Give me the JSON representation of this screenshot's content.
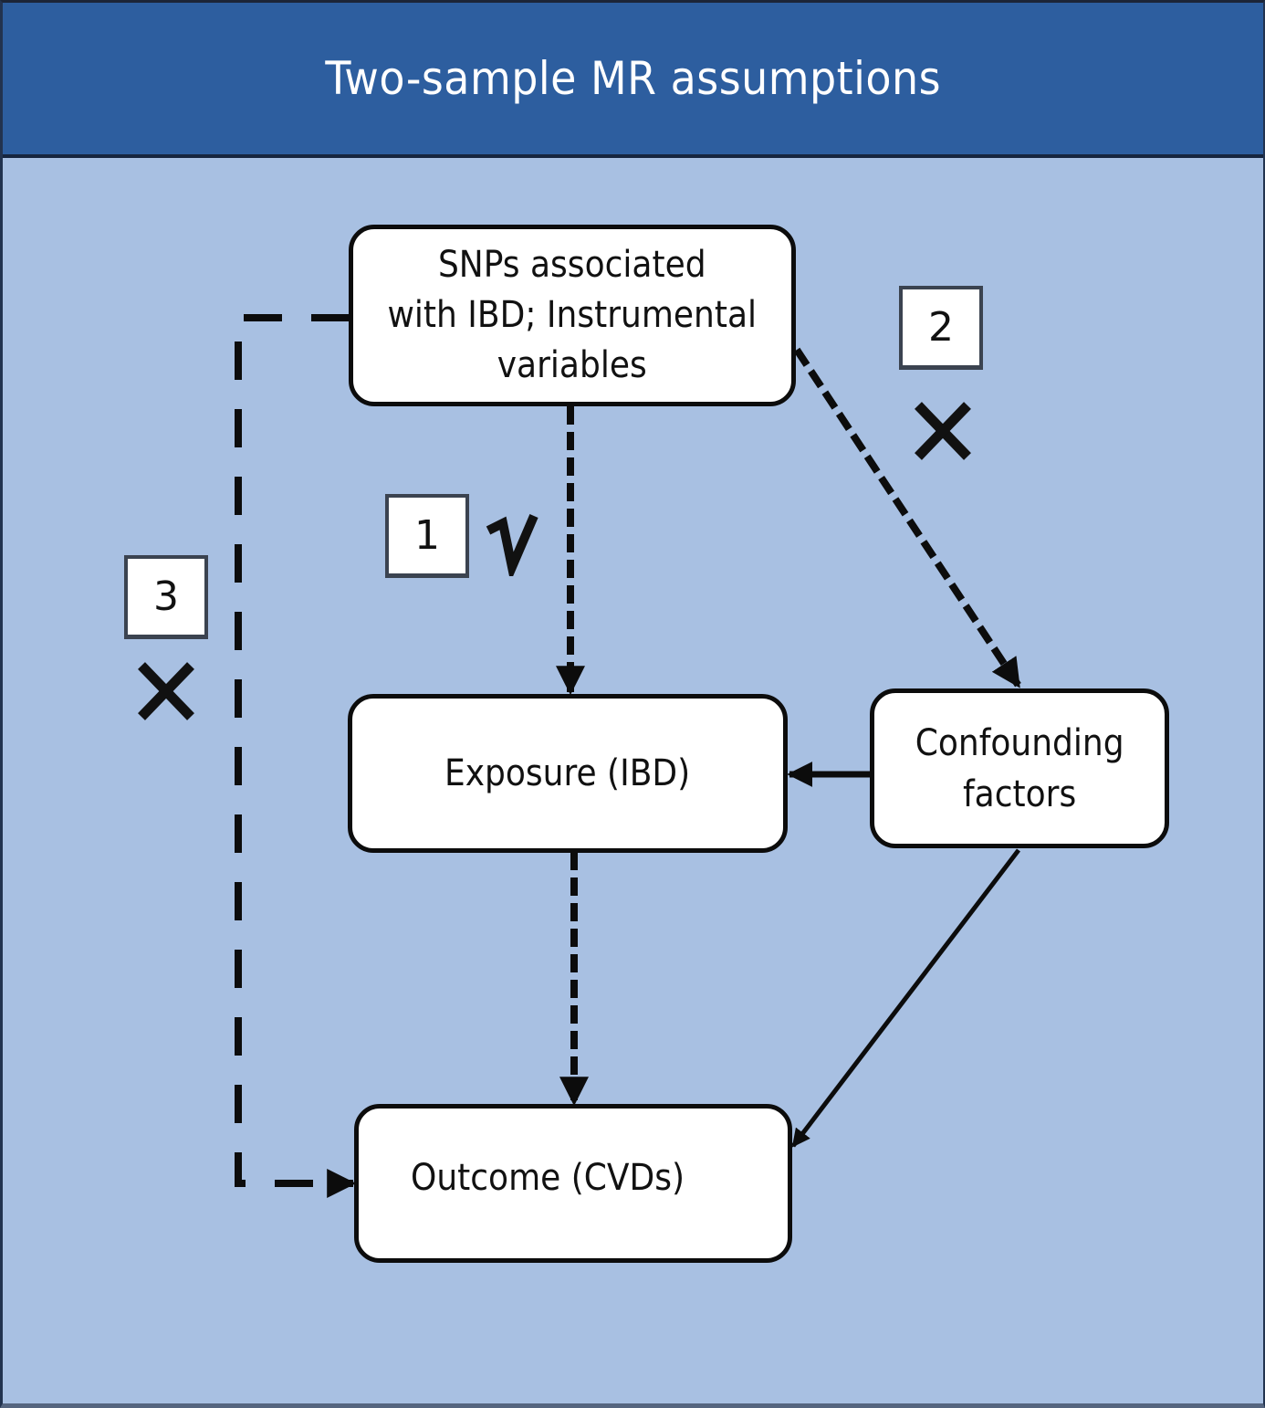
{
  "header": {
    "title": "Two-sample MR assumptions"
  },
  "colors": {
    "header_bg": "#2d5e9f",
    "panel_bg": "#a8c0e2",
    "node_bg": "#ffffff",
    "stroke": "#0c0c0c"
  },
  "nodes": {
    "snps": {
      "line1": "SNPs associated",
      "line2": "with IBD; Instrumental",
      "line3": "variables"
    },
    "exposure": {
      "label": "Exposure (IBD)"
    },
    "confounders": {
      "line1": "Confounding",
      "line2": "factors"
    },
    "outcome": {
      "label": "Outcome (CVDs)"
    }
  },
  "assumptions": [
    {
      "number": "1",
      "status": "satisfied",
      "status_icon": "check-icon",
      "symbol": "√",
      "path": "SNPs → Exposure"
    },
    {
      "number": "2",
      "status": "violated",
      "status_icon": "cross-icon",
      "symbol": "✕",
      "path": "SNPs → Confounding factors"
    },
    {
      "number": "3",
      "status": "violated",
      "status_icon": "cross-icon",
      "symbol": "✕",
      "path": "SNPs → Outcome"
    }
  ],
  "edges": [
    {
      "from": "snps",
      "to": "exposure",
      "style": "dashed"
    },
    {
      "from": "snps",
      "to": "confounders",
      "style": "dashed"
    },
    {
      "from": "snps",
      "to": "outcome",
      "style": "dashed"
    },
    {
      "from": "exposure",
      "to": "outcome",
      "style": "dashed"
    },
    {
      "from": "confounders",
      "to": "exposure",
      "style": "solid"
    },
    {
      "from": "confounders",
      "to": "outcome",
      "style": "solid"
    }
  ]
}
